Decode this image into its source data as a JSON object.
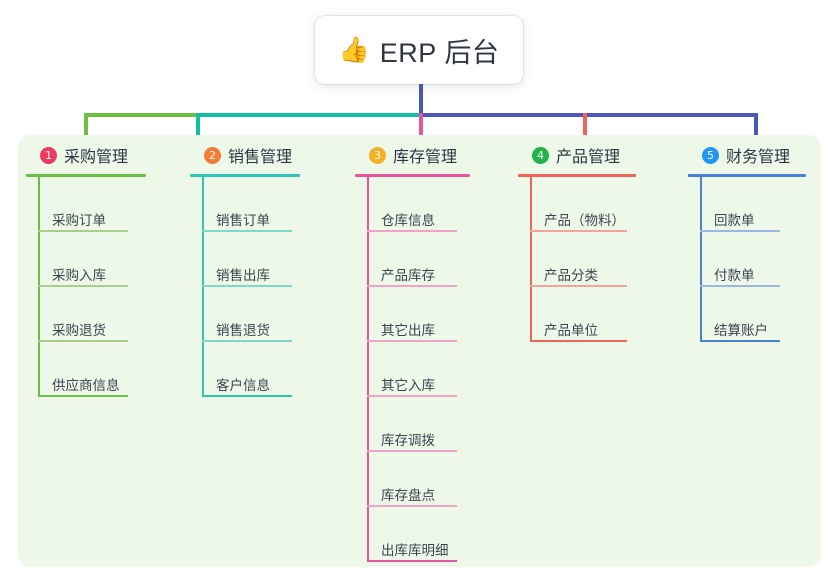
{
  "title": {
    "icon": "thumbs-up-icon",
    "emoji": "👍",
    "text": "ERP 后台"
  },
  "colors": {
    "panel_bg": "#eef8e9",
    "page_bg": "#ffffff",
    "stem": "#4559b8",
    "bar_green": "#6cbf3f",
    "bar_teal": "#12bfa0",
    "bar_blue": "#5356bd",
    "drop_pink": "#e8559e",
    "drop_red": "#f2645a"
  },
  "columns": [
    {
      "number": "1",
      "label": "采购管理",
      "badge_color": "#f0395d",
      "accent": "#6cbf3f",
      "accent_light": "#a9d08a",
      "items": [
        "采购订单",
        "采购入库",
        "采购退货",
        "供应商信息"
      ]
    },
    {
      "number": "2",
      "label": "销售管理",
      "badge_color": "#f07c35",
      "accent": "#2ec4b6",
      "accent_light": "#7fd8ce",
      "items": [
        "销售订单",
        "销售出库",
        "销售退货",
        "客户信息"
      ]
    },
    {
      "number": "3",
      "label": "库存管理",
      "badge_color": "#f5b125",
      "accent": "#e8559e",
      "accent_light": "#f0a3c8",
      "items": [
        "仓库信息",
        "产品库存",
        "其它出库",
        "其它入库",
        "库存调拨",
        "库存盘点",
        "出库库明细"
      ]
    },
    {
      "number": "4",
      "label": "产品管理",
      "badge_color": "#22b24c",
      "accent": "#f2645a",
      "accent_light": "#f5a39d",
      "items": [
        "产品（物料）",
        "产品分类",
        "产品单位"
      ]
    },
    {
      "number": "5",
      "label": "财务管理",
      "badge_color": "#2196f3",
      "accent": "#4a7fd4",
      "accent_light": "#9bb6e4",
      "items": [
        "回款单",
        "付款单",
        "结算账户"
      ]
    }
  ]
}
